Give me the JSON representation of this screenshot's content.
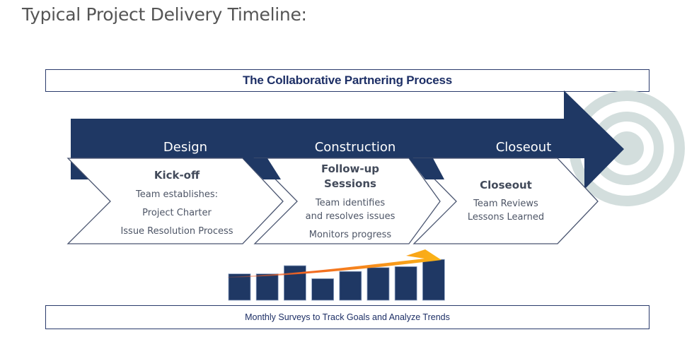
{
  "page": {
    "title": "Typical Project Delivery Timeline:"
  },
  "diagram": {
    "header": "The Collaborative Partnering Process",
    "footer": "Monthly Surveys to Track Goals and Analyze Trends",
    "colors": {
      "navy": "#1f3864",
      "outline": "#4a5570",
      "target": "#d3dedd",
      "trend_start": "#f05a28",
      "trend_end": "#fbb516"
    },
    "phases": [
      {
        "name": "Design",
        "title": "Kick-off",
        "lines": [
          "Team establishes:",
          "Project Charter",
          "Issue Resolution Process"
        ]
      },
      {
        "name": "Construction",
        "title": "Follow-up Sessions",
        "title_lines": [
          "Follow-up",
          "Sessions"
        ],
        "lines": [
          "Team identifies",
          "and resolves issues",
          "Monitors progress"
        ]
      },
      {
        "name": "Closeout",
        "title": "Closeout",
        "lines": [
          "Team Reviews",
          "Lessons Learned"
        ]
      }
    ],
    "survey_bars": [
      0.55,
      0.55,
      0.72,
      0.45,
      0.6,
      0.68,
      0.7,
      0.85
    ],
    "trend": "increasing"
  }
}
